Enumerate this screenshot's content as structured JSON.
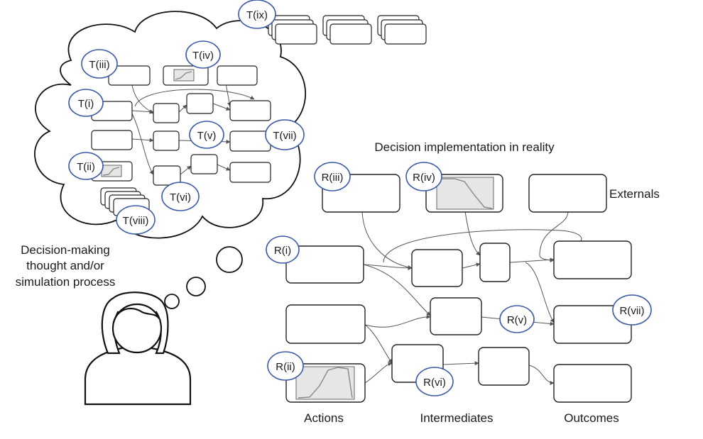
{
  "labels": {
    "implementation": "Decision implementation in reality",
    "externals": "Externals",
    "thought_line1": "Decision-making",
    "thought_line2": "thought and/or",
    "thought_line3": "simulation process",
    "actions": "Actions",
    "intermediates": "Intermediates",
    "outcomes": "Outcomes"
  },
  "badges": {
    "t_i": "T(i)",
    "t_ii": "T(ii)",
    "t_iii": "T(iii)",
    "t_iv": "T(iv)",
    "t_v": "T(v)",
    "t_vi": "T(vi)",
    "t_vii": "T(vii)",
    "t_viii": "T(viii)",
    "t_ix": "T(ix)",
    "r_i": "R(i)",
    "r_ii": "R(ii)",
    "r_iii": "R(iii)",
    "r_iv": "R(iv)",
    "r_v": "R(v)",
    "r_vi": "R(vi)",
    "r_vii": "R(vii)"
  },
  "colors": {
    "badge_stroke": "#3b5aa6",
    "box_stroke": "#222222",
    "edge": "#555555",
    "plot_fill": "#e6e6e6"
  }
}
